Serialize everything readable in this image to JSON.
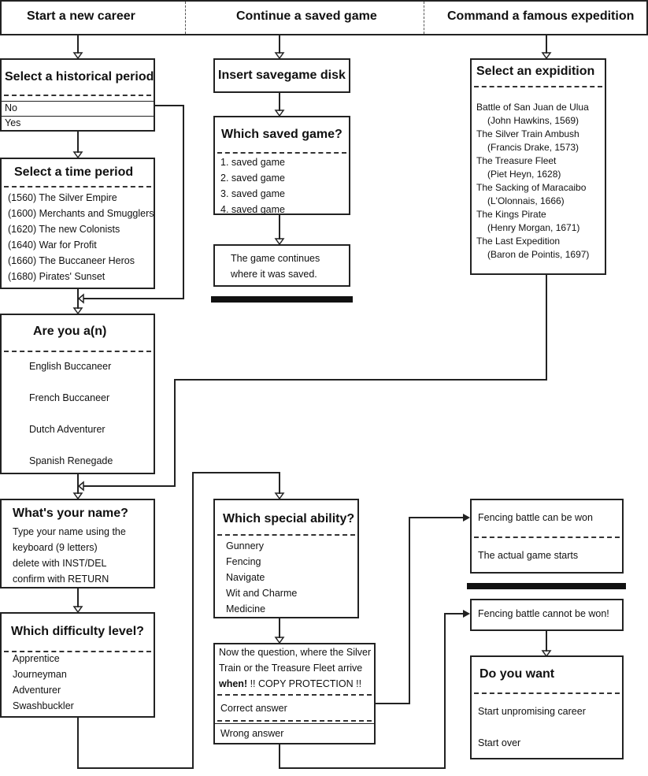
{
  "header": {
    "col1": "Start a new career",
    "col2": "Continue a saved game",
    "col3": "Command a famous expedition"
  },
  "historical": {
    "title": "Select a historical period",
    "no": "No",
    "yes": "Yes"
  },
  "time_period": {
    "title": "Select a time period",
    "items": [
      "(1560) The Silver Empire",
      "(1600) Merchants and Smugglers",
      "(1620) The new Colonists",
      "(1640) War for Profit",
      "(1660) The Buccaneer Heros",
      "(1680) Pirates' Sunset"
    ]
  },
  "nationality": {
    "title": "Are you a(n)",
    "items": [
      "English Buccaneer",
      "French Buccaneer",
      "Dutch Adventurer",
      "Spanish Renegade"
    ]
  },
  "name": {
    "title": "What's your name?",
    "lines": [
      "Type your name using the",
      " keyboard (9 letters)",
      "delete with INST/DEL",
      "confirm with RETURN"
    ]
  },
  "difficulty": {
    "title": "Which difficulty level?",
    "items": [
      "Apprentice",
      "Journeyman",
      "Adventurer",
      "Swashbuckler"
    ]
  },
  "savegame": {
    "title": "Insert savegame disk"
  },
  "saved": {
    "title": "Which saved game?",
    "items": [
      "1. saved game",
      "2. saved game",
      "3. saved game",
      "4. saved game"
    ]
  },
  "continues": {
    "lines": [
      "The game continues",
      "where it was saved."
    ]
  },
  "ability": {
    "title": "Which special ability?",
    "items": [
      "Gunnery",
      "Fencing",
      "Navigate",
      "Wit and Charme",
      "Medicine"
    ]
  },
  "question": {
    "line1": "Now the question, where the Silver",
    "line2": "Train or the Treasure Fleet arrive",
    "line3_bold": "when!",
    "line3_rest": " !! COPY PROTECTION !!",
    "correct": "Correct answer",
    "wrong": "Wrong answer"
  },
  "expedition": {
    "title": "Select an expidition",
    "items": [
      {
        "name": "Battle of San Juan de Ulua",
        "leader": "(John Hawkins, 1569)"
      },
      {
        "name": "The Silver Train Ambush",
        "leader": "(Francis Drake, 1573)"
      },
      {
        "name": "The Treasure Fleet",
        "leader": "(Piet Heyn, 1628)"
      },
      {
        "name": "The Sacking of Maracaibo",
        "leader": "(L'Olonnais, 1666)"
      },
      {
        "name": "The Kings Pirate",
        "leader": "(Henry Morgan, 1671)"
      },
      {
        "name": "The Last Expedition",
        "leader": "(Baron de Pointis, 1697)"
      }
    ]
  },
  "fencing_win": {
    "line1": "Fencing battle can be won",
    "line2": "The actual game starts"
  },
  "fencing_lose": {
    "line1": "Fencing battle cannot be won!"
  },
  "do_you_want": {
    "title": "Do you want",
    "items": [
      "Start unpromising career",
      "Start over"
    ]
  }
}
